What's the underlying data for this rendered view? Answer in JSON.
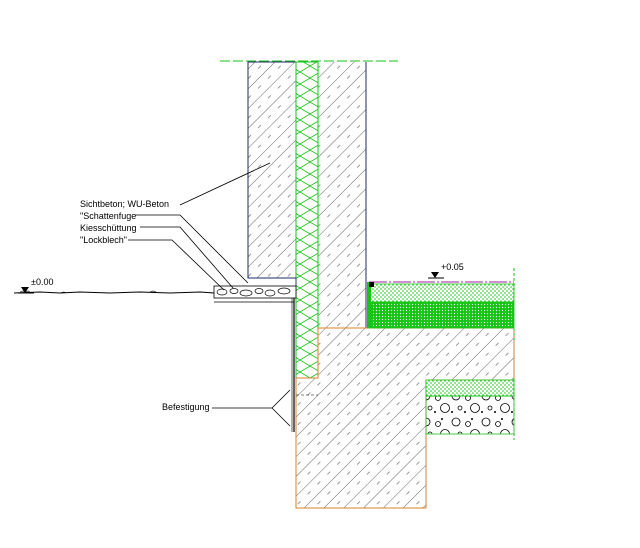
{
  "labels": {
    "sichtbeton": "Sichtbeton; WU-Beton",
    "schattenfuge": "\"Schattenfuge",
    "kiesschuettung": "Kiesschüttung",
    "lockblech": "\"Lockblech\"",
    "befestigung": "Befestigung"
  },
  "levels": {
    "ground": "±0.00",
    "floor": "+0.05"
  },
  "colors": {
    "wall_outline": "#1f2a6b",
    "insulation": "#19c419",
    "footing_outline": "#d9822b",
    "floor_finish": "#c444c4",
    "hatch": "#000000"
  }
}
